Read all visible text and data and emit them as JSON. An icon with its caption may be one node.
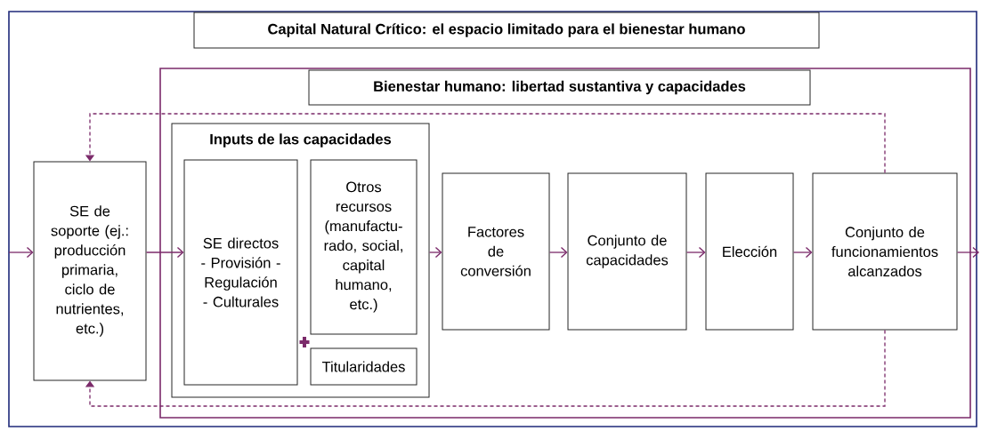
{
  "diagram": {
    "nodes": [
      {
        "text": [
          "Capital Natural Crítico: el espacio limitado para el bienestar humano"
        ]
      },
      {
        "text": [
          "Bienestar humano: libertad sustantiva y capacidades"
        ],
        "in": 0
      },
      {
        "text": [
          "SE de soporte (ej.: producción primaria, ciclo de nutrientes, etc.)"
        ],
        "in": 0
      },
      {
        "text": [
          "Inputs de las capacidades"
        ],
        "in": 1
      },
      {
        "text": [
          "SE directos - Provisión - Regulación - Culturales"
        ],
        "in": 3
      },
      {
        "text": [
          "Otros recursos (manufactu-rado, social, capital humano, etc.)"
        ],
        "in": 3
      },
      {
        "text": [
          "Titularidades"
        ],
        "in": 3
      },
      {
        "text": [
          "Factores de conversión"
        ],
        "in": 1
      },
      {
        "text": [
          "Conjunto de capacidades"
        ],
        "in": 1
      },
      {
        "text": [
          "Elección"
        ],
        "in": 1
      },
      {
        "text": [
          "Conjunto de funcionamientos alcanzados"
        ],
        "in": 1
      }
    ],
    "edges": [
      {
        "from": null,
        "to": 2,
        "arrow": "to"
      },
      {
        "from": 2,
        "to": 4,
        "arrow": "to"
      },
      {
        "from": 3,
        "to": 7,
        "arrow": "to"
      },
      {
        "from": 7,
        "to": 8,
        "arrow": "to"
      },
      {
        "from": 8,
        "to": 9,
        "arrow": "to"
      },
      {
        "from": 9,
        "to": 10,
        "arrow": "to"
      },
      {
        "from": 10,
        "to": null,
        "arrow": "to"
      },
      {
        "from": 10,
        "to": 2,
        "arrow": "to",
        "style": "dashed"
      },
      {
        "from": 10,
        "to": 2,
        "arrow": "to",
        "style": "dashed"
      }
    ]
  }
}
